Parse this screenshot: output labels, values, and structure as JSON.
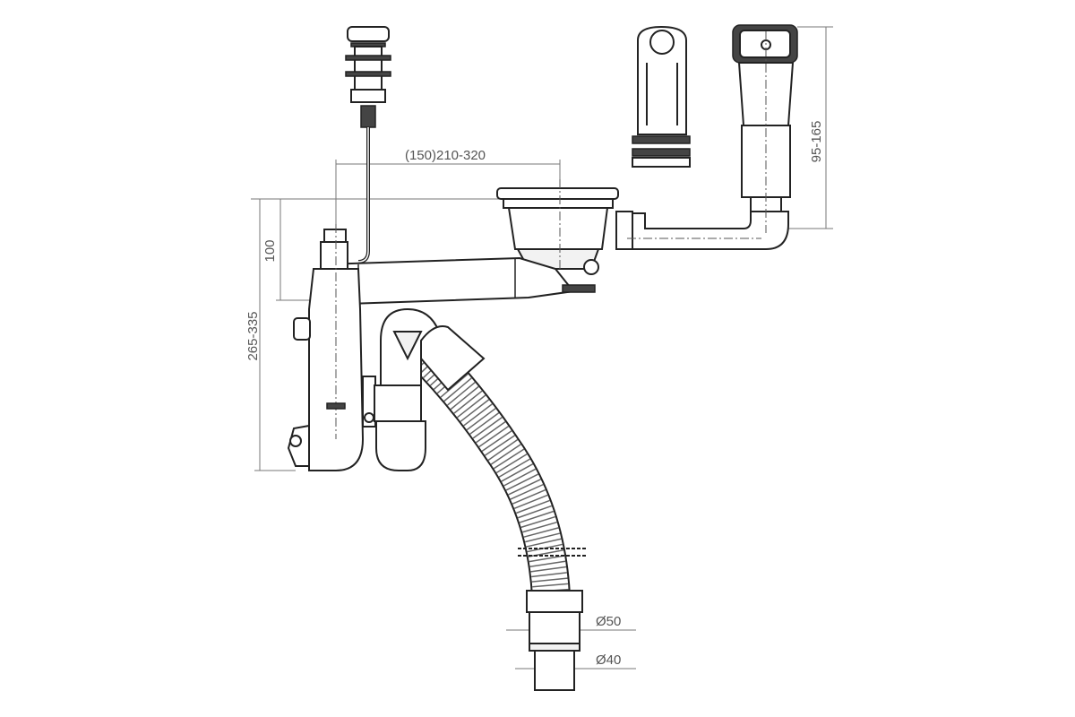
{
  "drawing": {
    "title": "Sink siphon with overflow and pop-up waste",
    "dimensions": {
      "outlet_spacing": "(150)210-320",
      "outlet_height": "100",
      "total_height": "265-335",
      "overflow_height": "95-165",
      "outlet_diameter_large": "Ø50",
      "outlet_diameter_small": "Ø40"
    }
  }
}
